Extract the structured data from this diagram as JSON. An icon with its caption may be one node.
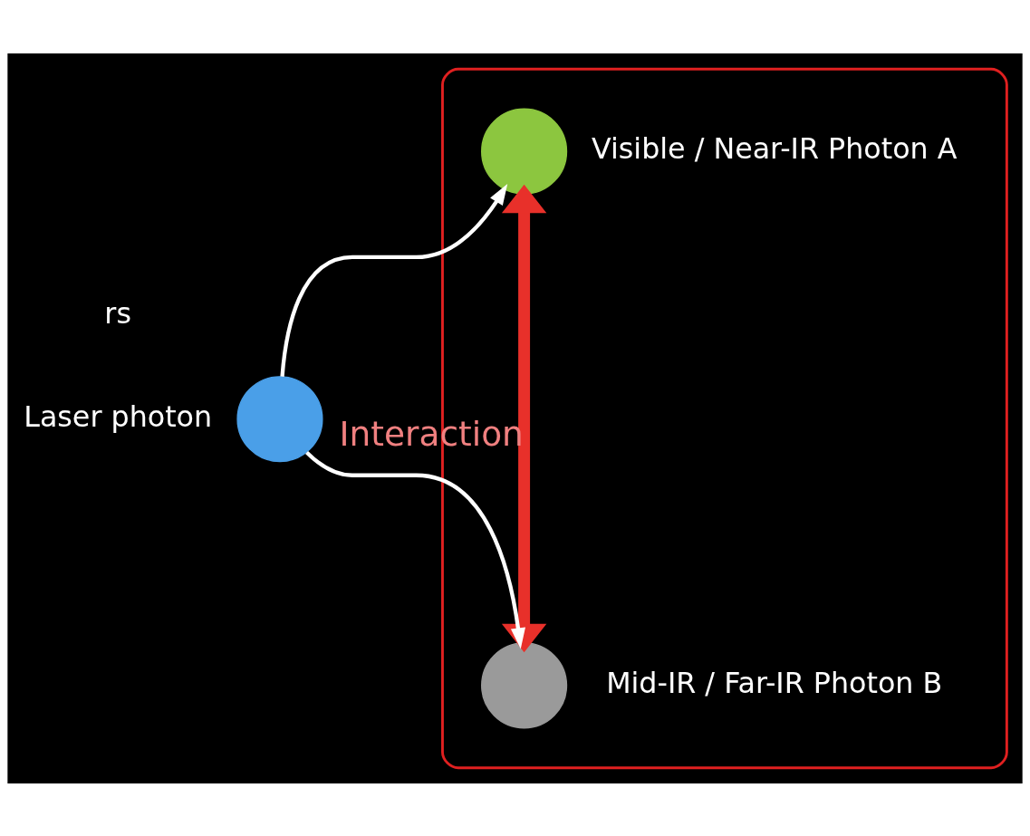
{
  "diagram": {
    "nodes": [
      {
        "text": [],
        "shape": "ellipse"
      },
      {
        "text": [],
        "shape": "circle",
        "in": 0,
        "beside": [
          "Visible / Near-IR Photon A"
        ]
      },
      {
        "text": [],
        "shape": "circle",
        "beside": [
          "Laser photon"
        ]
      },
      {
        "text": [],
        "shape": "circle",
        "in": 0,
        "beside": [
          "Mid-IR / Far-IR Photon B"
        ]
      }
    ],
    "edges": [
      {
        "from": 2,
        "to": 1,
        "arrow": "to"
      },
      {
        "from": 2,
        "to": 3,
        "arrow": "to"
      },
      {
        "from": 1,
        "to": 3,
        "arrow": "both",
        "label": "Interaction",
        "style": "thick",
        "color": "#e8302a"
      }
    ],
    "labels": [
      "rs"
    ]
  }
}
